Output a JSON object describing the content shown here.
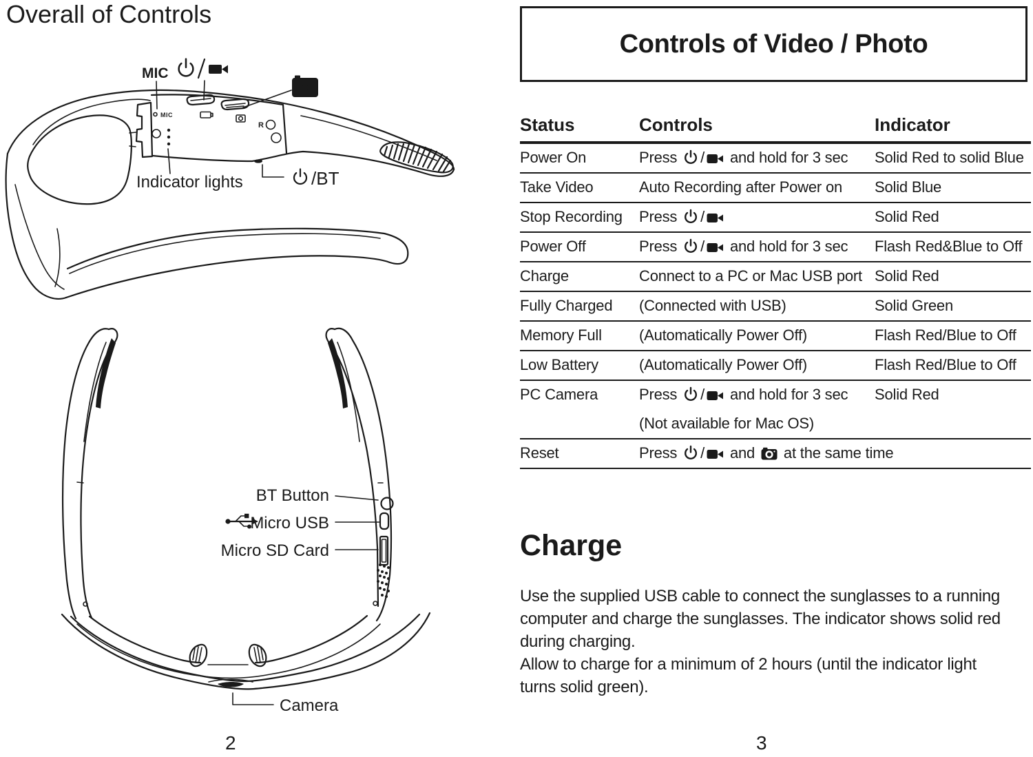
{
  "colors": {
    "ink": "#1a1a1a",
    "background": "#ffffff"
  },
  "page_left": {
    "title": "Overall of Controls",
    "page_number": "2",
    "side_view": {
      "mic_label": "MIC",
      "indicator_lights_label": "Indicator lights",
      "power_bt_label": "/BT",
      "panel": {
        "mic": "MIC",
        "r": "R"
      }
    },
    "top_view": {
      "bt_button_label": "BT Button",
      "micro_usb_label": "Micro USB",
      "micro_sd_label": "Micro SD Card",
      "camera_label": "Camera"
    }
  },
  "page_right": {
    "title": "Controls of Video / Photo",
    "page_number": "3",
    "table": {
      "headers": [
        "Status",
        "Controls",
        "Indicator"
      ],
      "rows": [
        {
          "status": "Power On",
          "control": [
            {
              "t": "Press "
            },
            {
              "i": "power-icon"
            },
            {
              "t": "/"
            },
            {
              "i": "video-icon"
            },
            {
              "t": " and hold for 3 sec"
            }
          ],
          "indicator": "Solid Red to solid Blue"
        },
        {
          "status": "Take Video",
          "control": [
            {
              "t": "Auto Recording after Power on"
            }
          ],
          "indicator": "Solid Blue"
        },
        {
          "status": "Stop Recording",
          "control": [
            {
              "t": "Press "
            },
            {
              "i": "power-icon"
            },
            {
              "t": "/"
            },
            {
              "i": "video-icon"
            }
          ],
          "indicator": "Solid Red"
        },
        {
          "status": "Power Off",
          "control": [
            {
              "t": "Press "
            },
            {
              "i": "power-icon"
            },
            {
              "t": "/"
            },
            {
              "i": "video-icon"
            },
            {
              "t": " and hold for 3 sec"
            }
          ],
          "indicator": "Flash Red&Blue to Off"
        },
        {
          "status": "Charge",
          "control": [
            {
              "t": "Connect to a PC or Mac USB port"
            }
          ],
          "indicator": "Solid Red"
        },
        {
          "status": "Fully Charged",
          "control": [
            {
              "t": "(Connected with USB)"
            }
          ],
          "indicator": "Solid Green"
        },
        {
          "status": "Memory Full",
          "control": [
            {
              "t": "(Automatically Power Off)"
            }
          ],
          "indicator": "Flash Red/Blue to Off"
        },
        {
          "status": "Low Battery",
          "control": [
            {
              "t": "(Automatically Power Off)"
            }
          ],
          "indicator": "Flash Red/Blue to Off"
        },
        {
          "status": "PC Camera",
          "control": [
            {
              "t": "Press "
            },
            {
              "i": "power-icon"
            },
            {
              "t": "/"
            },
            {
              "i": "video-icon"
            },
            {
              "t": " and hold for 3 sec"
            }
          ],
          "control_line2": "(Not available for Mac OS)",
          "indicator": "Solid Red"
        },
        {
          "status": "Reset",
          "control": [
            {
              "t": "Press "
            },
            {
              "i": "power-icon"
            },
            {
              "t": "/"
            },
            {
              "i": "video-icon"
            },
            {
              "t": " and "
            },
            {
              "i": "camera-icon"
            },
            {
              "t": " at the same time"
            }
          ],
          "indicator": ""
        }
      ]
    },
    "charge_section": {
      "heading": "Charge",
      "lines": [
        "Use the supplied USB cable to connect the sunglasses to a running",
        "computer and charge the sunglasses. The indicator shows solid red",
        "during charging.",
        "Allow to charge for a minimum of 2 hours (until the indicator light",
        "turns solid green)."
      ]
    }
  }
}
